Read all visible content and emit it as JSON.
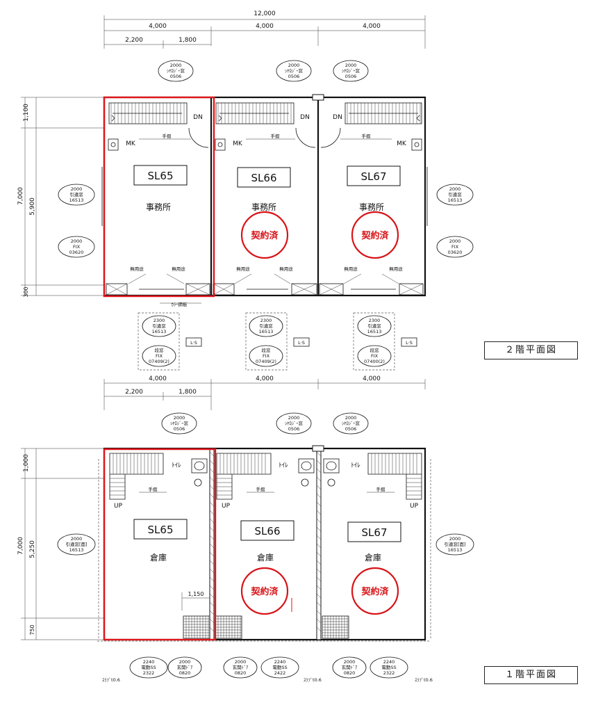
{
  "titles": {
    "floor2": "２階平面図",
    "floor1": "１階平面図"
  },
  "dims_top": {
    "total": "12,000",
    "bay": "4,000",
    "sub_a": "2,200",
    "sub_b": "1,800"
  },
  "dims_left2": {
    "a": "1,100",
    "b": "7,000",
    "c": "5,900",
    "d": "300"
  },
  "dims_left1": {
    "a": "1,000",
    "b": "7,000",
    "c": "5,250",
    "d": "750"
  },
  "dim_inner": "1,150",
  "units": [
    {
      "id": "SL65",
      "room2": "事務所",
      "room1": "倉庫",
      "contracted": false,
      "highlighted": true
    },
    {
      "id": "SL66",
      "room2": "事務所",
      "room1": "倉庫",
      "contracted": true,
      "highlighted": false
    },
    {
      "id": "SL67",
      "room2": "事務所",
      "room1": "倉庫",
      "contracted": true,
      "highlighted": false
    }
  ],
  "stamp_text": "契約済",
  "labels2": {
    "dn": "DN",
    "mk": "MK",
    "tesuri": "手摺",
    "muyo": "無用途",
    "color_kouhan": "ｶﾗｰ鋼板",
    "ls": "L·S"
  },
  "labels1": {
    "up": "UP",
    "toilet": "ﾄｲﾚ",
    "tesuri": "手摺",
    "slab": "ｽﾗﾌﾞt0.6"
  },
  "windows_top": {
    "l1": "2000",
    "l2": "ｼﾔﾛｼﾞｰ窓",
    "l3": "0506"
  },
  "windows_side2_upper": {
    "l1": "2000",
    "l2": "引違窓",
    "l3": "16513"
  },
  "windows_side2_lower": {
    "l1": "2000",
    "l2": "FIX",
    "l3": "03620"
  },
  "windows_side1_left": {
    "l1": "2000",
    "l2": "引違窓[面]",
    "l3": "16513"
  },
  "windows_side1_right": {
    "l1": "2000",
    "l2": "引違窓[面]",
    "l3": "16513"
  },
  "windows_bottom2": {
    "a1": "2300",
    "a2": "引違窓",
    "a3": "16513",
    "b1": "段窓",
    "b2": "FIX",
    "b3": "07409(2)",
    "b3_alt": "07400(2)"
  },
  "doors1": {
    "shutter": {
      "l1": "2240",
      "l2": "電動SS",
      "l3": "2322",
      "l3_alt": "2422"
    },
    "entry": {
      "l1": "2000",
      "l2": "玄関ﾄﾞｱ",
      "l3": "0820"
    }
  }
}
